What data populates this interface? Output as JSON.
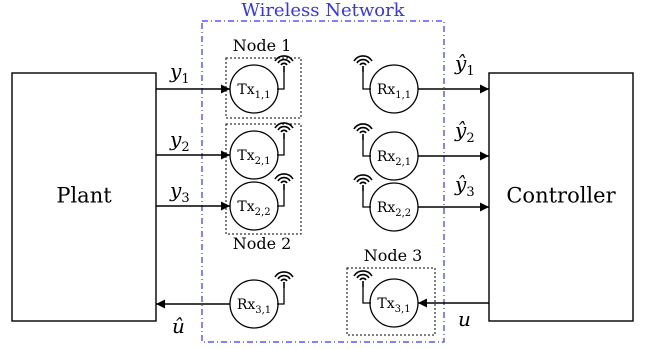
{
  "network": {
    "title": "Wireless Network",
    "color": "#3333ff"
  },
  "blocks": {
    "plant": "Plant",
    "controller": "Controller"
  },
  "node_labels": {
    "n1": "Node 1",
    "n2": "Node 2",
    "n3": "Node 3"
  },
  "nodes": {
    "tx11": {
      "base": "Tx",
      "sub": "1,1"
    },
    "tx21": {
      "base": "Tx",
      "sub": "2,1"
    },
    "tx22": {
      "base": "Tx",
      "sub": "2,2"
    },
    "rx31": {
      "base": "Rx",
      "sub": "3,1"
    },
    "rx11": {
      "base": "Rx",
      "sub": "1,1"
    },
    "rx21": {
      "base": "Rx",
      "sub": "2,1"
    },
    "rx22": {
      "base": "Rx",
      "sub": "2,2"
    },
    "tx31": {
      "base": "Tx",
      "sub": "3,1"
    }
  },
  "signals": {
    "y1": {
      "base": "y",
      "sub": "1"
    },
    "y2": {
      "base": "y",
      "sub": "2"
    },
    "y3": {
      "base": "y",
      "sub": "3"
    },
    "yhat1": {
      "base": "ŷ",
      "sub": "1"
    },
    "yhat2": {
      "base": "ŷ",
      "sub": "2"
    },
    "yhat3": {
      "base": "ŷ",
      "sub": "3"
    },
    "uhat": {
      "base": "û"
    },
    "u": {
      "base": "u"
    }
  },
  "icons": {
    "antenna": "wifi-antenna-icon"
  }
}
